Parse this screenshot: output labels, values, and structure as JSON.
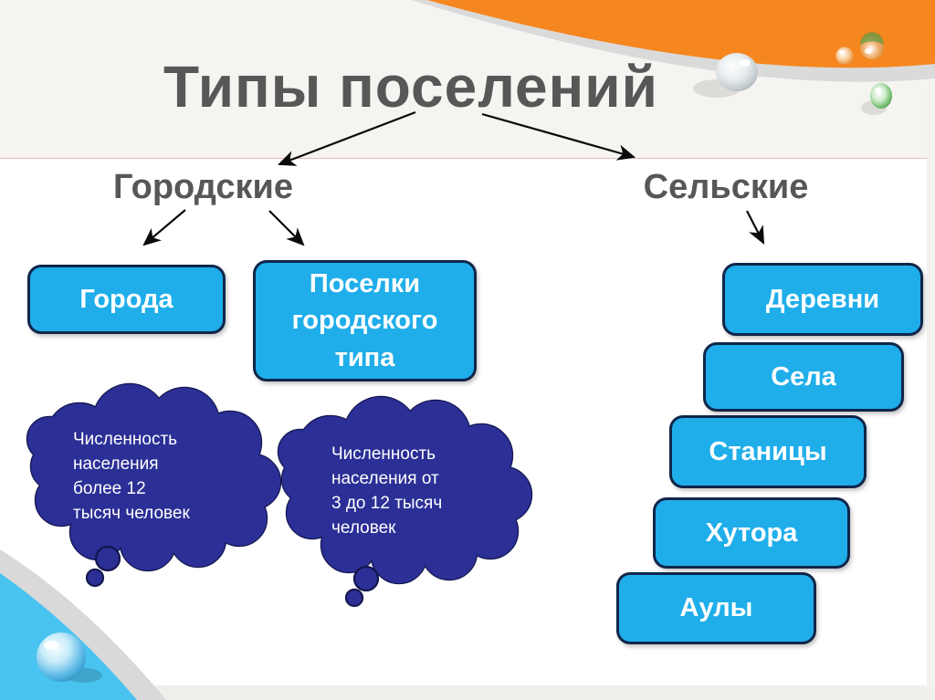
{
  "slide": {
    "title": "Типы поселений",
    "tree": {
      "urban": {
        "label": "Городские",
        "children": [
          {
            "label": "Города"
          },
          {
            "label": "Поселки городского типа"
          }
        ]
      },
      "rural": {
        "label": "Сельские",
        "children": [
          {
            "label": "Деревни"
          },
          {
            "label": "Села"
          },
          {
            "label": "Станицы"
          },
          {
            "label": "Хутора"
          },
          {
            "label": "Аулы"
          }
        ]
      }
    },
    "clouds": [
      {
        "text": "Численность\nнаселения\nболее 12\nтысяч человек"
      },
      {
        "text": "Численность\nнаселения от\n3 до 12 тысяч\nчеловек"
      }
    ],
    "icons": {
      "droplets": "water-droplet-icon"
    },
    "colors": {
      "accent_orange": "#F6861F",
      "box_fill": "#1FAEEA",
      "box_border": "#10264A",
      "cloud_fill": "#2B2F96",
      "cloud_border": "#14174F",
      "title_gray": "#575757",
      "corner_cyan": "#49C3F0",
      "divider_pink": "#E8B9B8"
    }
  }
}
